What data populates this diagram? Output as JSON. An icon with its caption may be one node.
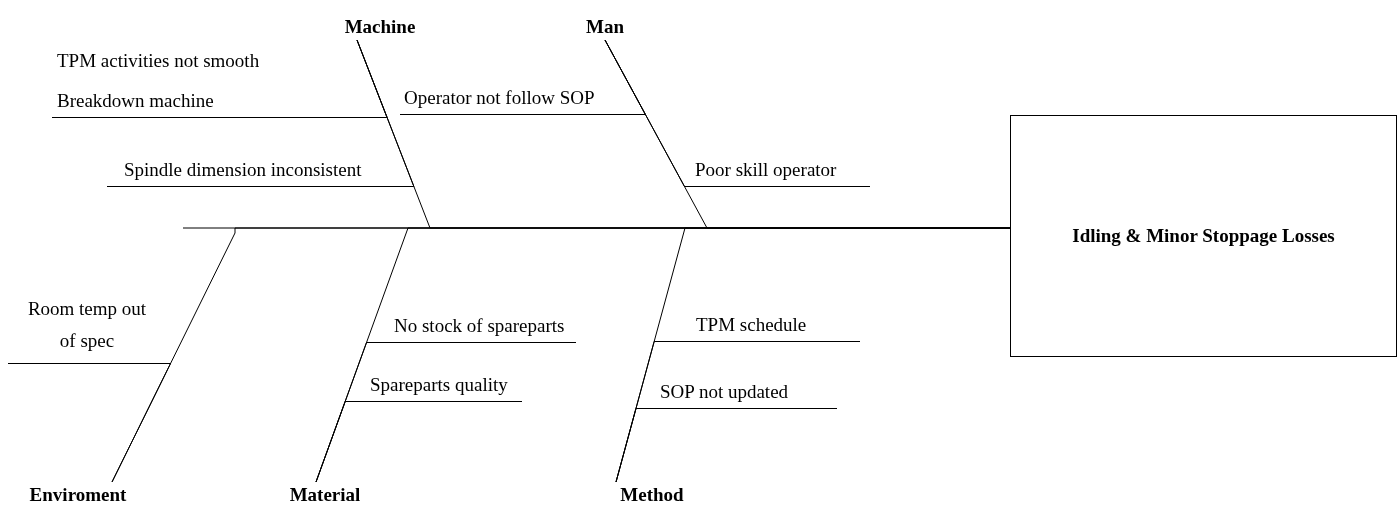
{
  "diagram": {
    "nodes": [
      {
        "text": [
          "Machine"
        ]
      },
      {
        "text": [
          "Man"
        ]
      },
      {
        "text": [
          "TPM activities not smooth"
        ]
      },
      {
        "text": [
          "Breakdown machine"
        ]
      },
      {
        "text": [
          "Operator not follow SOP"
        ]
      },
      {
        "text": [
          "Spindle dimension inconsistent"
        ]
      },
      {
        "text": [
          "Poor skill operator"
        ]
      },
      {
        "text": [
          "Idling & Minor Stoppage Losses"
        ]
      },
      {
        "text": [
          "Room temp out of spec"
        ]
      },
      {
        "text": [
          "No stock of spareparts"
        ]
      },
      {
        "text": [
          "TPM schedule"
        ]
      },
      {
        "text": [
          "Spareparts quality"
        ]
      },
      {
        "text": [
          "SOP not updated"
        ]
      },
      {
        "text": [
          "Enviroment"
        ]
      },
      {
        "text": [
          "Material"
        ]
      },
      {
        "text": [
          "Method"
        ]
      }
    ],
    "edges": [
      {
        "from": null,
        "to": 7,
        "arrow": "none"
      },
      {
        "from": 0,
        "to": 7,
        "arrow": "none"
      },
      {
        "from": 1,
        "to": 7,
        "arrow": "none"
      },
      {
        "from": 13,
        "to": 7,
        "arrow": "none"
      },
      {
        "from": 14,
        "to": 7,
        "arrow": "none"
      },
      {
        "from": 15,
        "to": 7,
        "arrow": "none"
      },
      {
        "from": 3,
        "to": 0,
        "arrow": "none"
      },
      {
        "from": 4,
        "to": 1,
        "arrow": "none"
      },
      {
        "from": 5,
        "to": 0,
        "arrow": "none"
      },
      {
        "from": 6,
        "to": 1,
        "arrow": "none"
      },
      {
        "from": 8,
        "to": 13,
        "arrow": "none"
      },
      {
        "from": 9,
        "to": 14,
        "arrow": "none"
      },
      {
        "from": 10,
        "to": 15,
        "arrow": "none"
      },
      {
        "from": 11,
        "to": 14,
        "arrow": "none"
      },
      {
        "from": 12,
        "to": 15,
        "arrow": "none"
      }
    ]
  }
}
